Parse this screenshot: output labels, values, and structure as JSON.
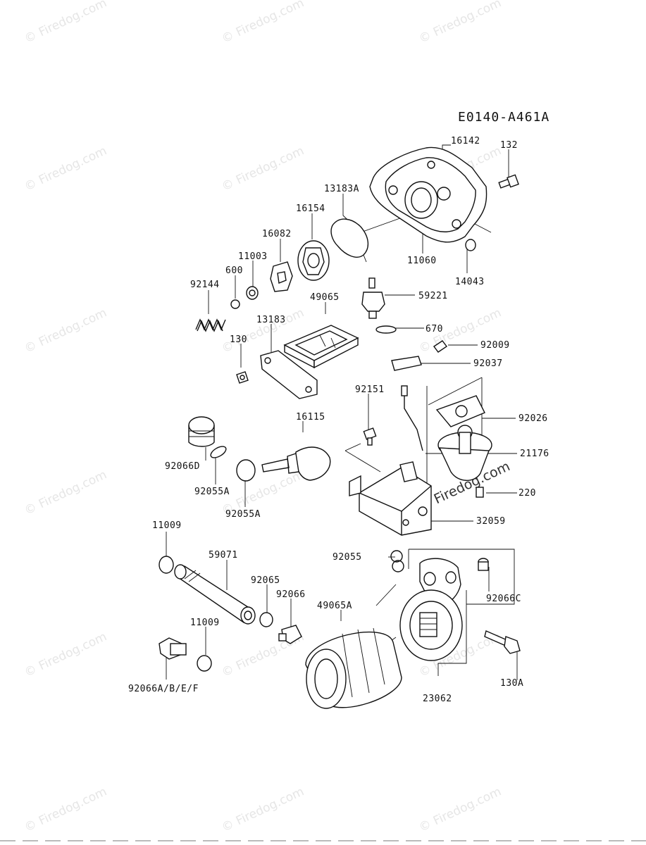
{
  "diagram_id": "E0140-A461A",
  "watermark": "© Firedog.com",
  "parts": {
    "p16142": "16142",
    "p132": "132",
    "p13183A": "13183A",
    "p16154": "16154",
    "p16082": "16082",
    "p11003": "11003",
    "p600": "600",
    "p92144": "92144",
    "p11060": "11060",
    "p14043": "14043",
    "p59221": "59221",
    "p49065": "49065",
    "p670": "670",
    "p13183": "13183",
    "p130": "130",
    "p92009": "92009",
    "p92037": "92037",
    "p92151": "92151",
    "p92026": "92026",
    "p16115": "16115",
    "p21176": "21176",
    "p92066D": "92066D",
    "p92055A_1": "92055A",
    "p92055A_2": "92055A",
    "p220": "220",
    "p32059": "32059",
    "p11009_1": "11009",
    "p59071": "59071",
    "p92055": "92055",
    "p92065": "92065",
    "p92066": "92066",
    "p92066C": "92066C",
    "p49065A": "49065A",
    "p11009_2": "11009",
    "p92066ABEF": "92066A/B/E/F",
    "p130A": "130A",
    "p23062": "23062"
  }
}
